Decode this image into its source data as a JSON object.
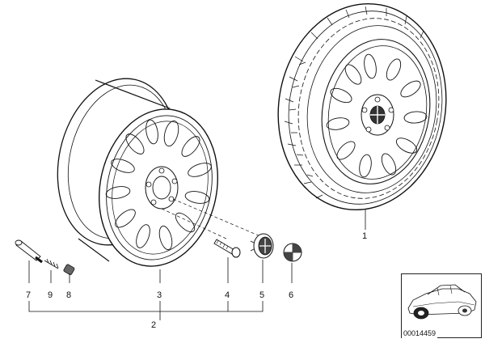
{
  "callouts": {
    "c1": "1",
    "c2": "2",
    "c3": "3",
    "c4": "4",
    "c5": "5",
    "c6": "6",
    "c7": "7",
    "c8": "8",
    "c9": "9"
  },
  "thumbnail": {
    "reference_id": "00014459"
  }
}
